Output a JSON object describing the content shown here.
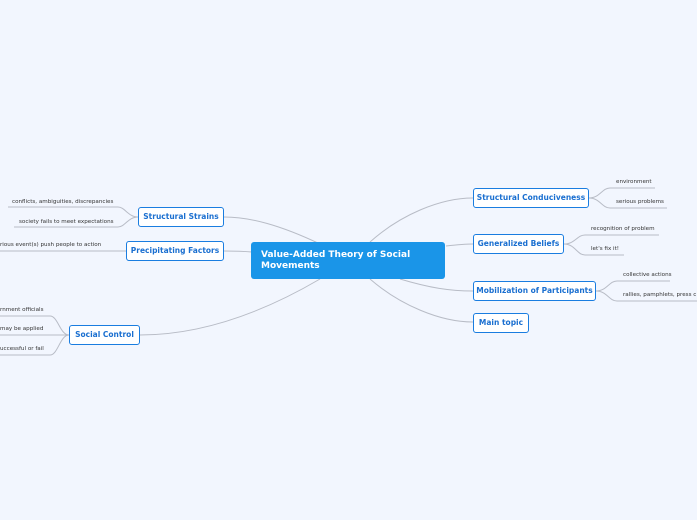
{
  "central": {
    "title": "Value-Added Theory of Social Movements"
  },
  "left_topics": [
    {
      "label": "Structural Strains",
      "children": [
        "conflicts, ambiguities, discrepancies",
        "society fails to meet expectations"
      ]
    },
    {
      "label": "Precipitating Factors",
      "children": [
        "rious event(s) push people to action"
      ]
    },
    {
      "label": "Social Control",
      "children": [
        "rnment officials",
        "may be applied",
        "uccessful or fail"
      ]
    }
  ],
  "right_topics": [
    {
      "label": "Structural Conduciveness",
      "children": [
        "environment",
        "serious problems"
      ]
    },
    {
      "label": "Generalized Beliefs",
      "children": [
        "recognition of problem",
        "let's fix it!"
      ]
    },
    {
      "label": "Mobilization of Participants",
      "children": [
        "collective actions",
        "rallies, pamphlets, press c"
      ]
    },
    {
      "label": "Main topic",
      "children": []
    }
  ],
  "colors": {
    "background": "#f2f6fe",
    "central": "#1a95e8",
    "topic_border": "#1a7de0",
    "topic_text": "#1a6fd0",
    "connector": "#b8bcc6"
  }
}
